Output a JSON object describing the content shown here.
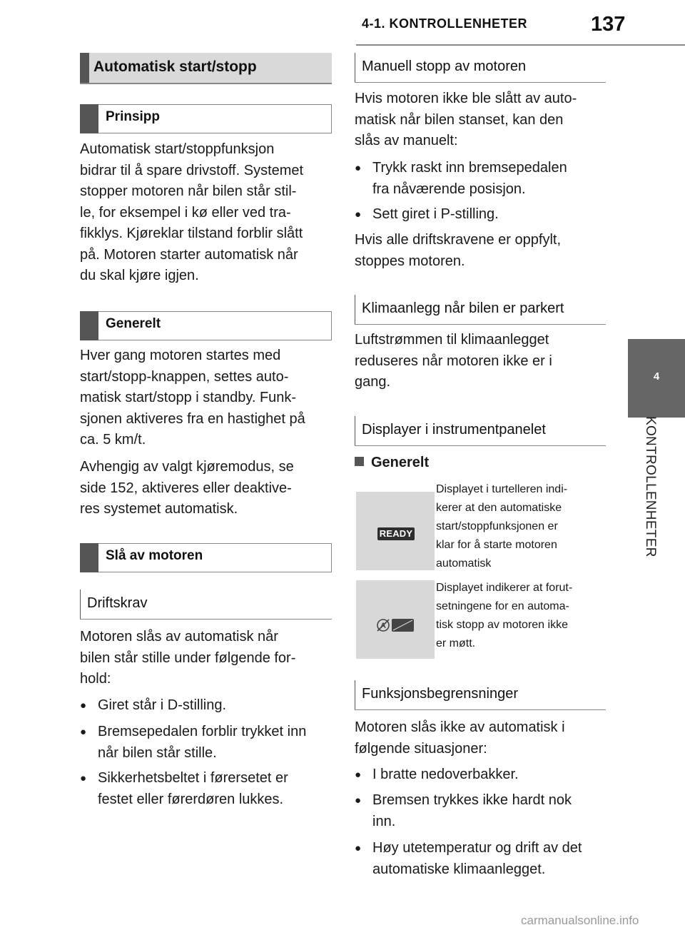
{
  "header": {
    "section": "4-1. KONTROLLENHETER",
    "page_number": "137"
  },
  "side_tab": {
    "number": "4",
    "label": "KONTROLLENHETER"
  },
  "left": {
    "main_heading": "Automatisk start/stopp",
    "principle": {
      "heading": "Prinsipp",
      "lines": [
        "Automatisk start/stoppfunksjon",
        "bidrar til å spare drivstoff. Systemet",
        "stopper motoren når bilen står stil-",
        "le, for eksempel i kø eller ved tra-",
        "fikklys. Kjøreklar tilstand forblir slått",
        "på. Motoren starter automatisk når",
        "du skal kjøre igjen."
      ]
    },
    "general": {
      "heading": "Generelt",
      "para1": [
        "Hver gang motoren startes med",
        "start/stopp-knappen, settes auto-",
        "matisk start/stopp i standby. Funk-",
        "sjonen aktiveres fra en hastighet på",
        "ca. 5 km/t."
      ],
      "para2": [
        "Avhengig av valgt kjøremodus, se",
        "side 152, aktiveres eller deaktive-",
        "res systemet automatisk."
      ]
    },
    "engine_off": {
      "heading": "Slå av motoren",
      "requirements_heading": "Driftskrav",
      "intro": [
        "Motoren slås av automatisk når",
        "bilen står stille under følgende for-",
        "hold:"
      ],
      "bullets": [
        [
          "Giret står i D-stilling."
        ],
        [
          "Bremsepedalen forblir trykket inn",
          "når bilen står stille."
        ],
        [
          "Sikkerhetsbeltet i førersetet er",
          "festet eller førerdøren lukkes."
        ]
      ]
    }
  },
  "right": {
    "manual_stop": {
      "heading": "Manuell stopp av motoren",
      "intro": [
        "Hvis motoren ikke ble slått av auto-",
        "matisk når bilen stanset, kan den",
        "slås av manuelt:"
      ],
      "bullets": [
        [
          "Trykk raskt inn bremsepedalen",
          "fra nåværende posisjon."
        ],
        [
          "Sett giret i P-stilling."
        ]
      ],
      "outro": [
        "Hvis alle driftskravene er oppfylt,",
        "stoppes motoren."
      ]
    },
    "climate": {
      "heading": "Klimaanlegg når bilen er parkert",
      "lines": [
        "Luftstrømmen til klimaanlegget",
        "reduseres når motoren ikke er i",
        "gang."
      ]
    },
    "displays": {
      "heading": "Displayer i instrumentpanelet",
      "general_heading": "Generelt",
      "items": [
        {
          "badge": "READY",
          "lines": [
            "Displayet i turtelleren indi-",
            "kerer at den automatiske",
            "start/stoppfunksjonen er",
            "klar for å starte motoren",
            "automatisk"
          ]
        },
        {
          "icon": "start-stop-off-icon",
          "lines": [
            "Displayet indikerer at forut-",
            "setningene for en automa-",
            "tisk stopp av motoren ikke",
            "er møtt."
          ]
        }
      ]
    },
    "limits": {
      "heading": "Funksjonsbegrensninger",
      "intro": [
        "Motoren slås ikke av automatisk i",
        "følgende situasjoner:"
      ],
      "bullets": [
        [
          "I bratte nedoverbakker."
        ],
        [
          "Bremsen trykkes ikke hardt nok",
          "inn."
        ],
        [
          "Høy utetemperatur og drift av det",
          "automatiske klimaanlegget."
        ]
      ]
    }
  },
  "footer": {
    "watermark": "carmanualsonline.info"
  }
}
